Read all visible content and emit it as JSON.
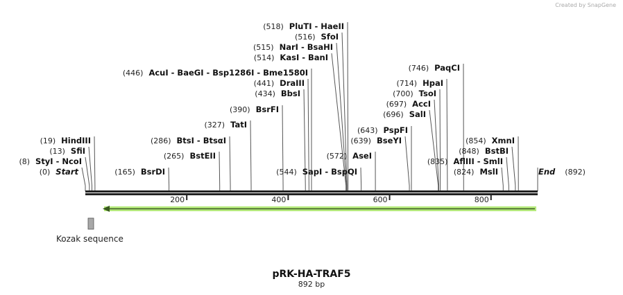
{
  "credit": "Created by SnapGene",
  "plasmid": {
    "name": "pRK-HA-TRAF5",
    "length_label": "892 bp",
    "length": 892
  },
  "ticks": [
    200,
    400,
    600,
    800
  ],
  "features": [
    {
      "name": "Kozak sequence",
      "color": "#a8a8a8"
    },
    {
      "name": "",
      "direction": "reverse",
      "color": "#b6ea7d"
    }
  ],
  "sites": [
    {
      "pos": 0,
      "names": [
        "Start"
      ],
      "italic": true
    },
    {
      "pos": 8,
      "names": [
        "StyI",
        "NcoI"
      ]
    },
    {
      "pos": 13,
      "names": [
        "SfiI"
      ]
    },
    {
      "pos": 19,
      "names": [
        "HindIII"
      ]
    },
    {
      "pos": 165,
      "names": [
        "BsrDI"
      ]
    },
    {
      "pos": 265,
      "names": [
        "BstEII"
      ]
    },
    {
      "pos": 286,
      "names": [
        "BtsI",
        "BtsαI"
      ]
    },
    {
      "pos": 327,
      "names": [
        "TatI"
      ]
    },
    {
      "pos": 390,
      "names": [
        "BsrFI"
      ]
    },
    {
      "pos": 434,
      "names": [
        "BbsI"
      ]
    },
    {
      "pos": 441,
      "names": [
        "DraIII"
      ]
    },
    {
      "pos": 446,
      "names": [
        "AcuI",
        "BaeGI",
        "Bsp1286I",
        "Bme1580I"
      ]
    },
    {
      "pos": 514,
      "names": [
        "KasI",
        "BanI"
      ]
    },
    {
      "pos": 515,
      "names": [
        "NarI",
        "BsaHI"
      ]
    },
    {
      "pos": 516,
      "names": [
        "SfoI"
      ]
    },
    {
      "pos": 518,
      "names": [
        "PluTI",
        "HaeII"
      ]
    },
    {
      "pos": 544,
      "names": [
        "SapI",
        "BspQI"
      ]
    },
    {
      "pos": 572,
      "names": [
        "AseI"
      ]
    },
    {
      "pos": 639,
      "names": [
        "BseYI"
      ]
    },
    {
      "pos": 643,
      "names": [
        "PspFI"
      ]
    },
    {
      "pos": 696,
      "names": [
        "SalI"
      ]
    },
    {
      "pos": 697,
      "names": [
        "AccI"
      ]
    },
    {
      "pos": 700,
      "names": [
        "TsoI"
      ]
    },
    {
      "pos": 714,
      "names": [
        "HpaI"
      ]
    },
    {
      "pos": 746,
      "names": [
        "PaqCI"
      ]
    },
    {
      "pos": 824,
      "names": [
        "MslI"
      ]
    },
    {
      "pos": 835,
      "names": [
        "AflIII",
        "SmlI"
      ]
    },
    {
      "pos": 848,
      "names": [
        "BstBI"
      ]
    },
    {
      "pos": 854,
      "names": [
        "XmnI"
      ]
    },
    {
      "pos": 892,
      "names": [
        "End"
      ],
      "italic": true,
      "label_right": true
    }
  ]
}
